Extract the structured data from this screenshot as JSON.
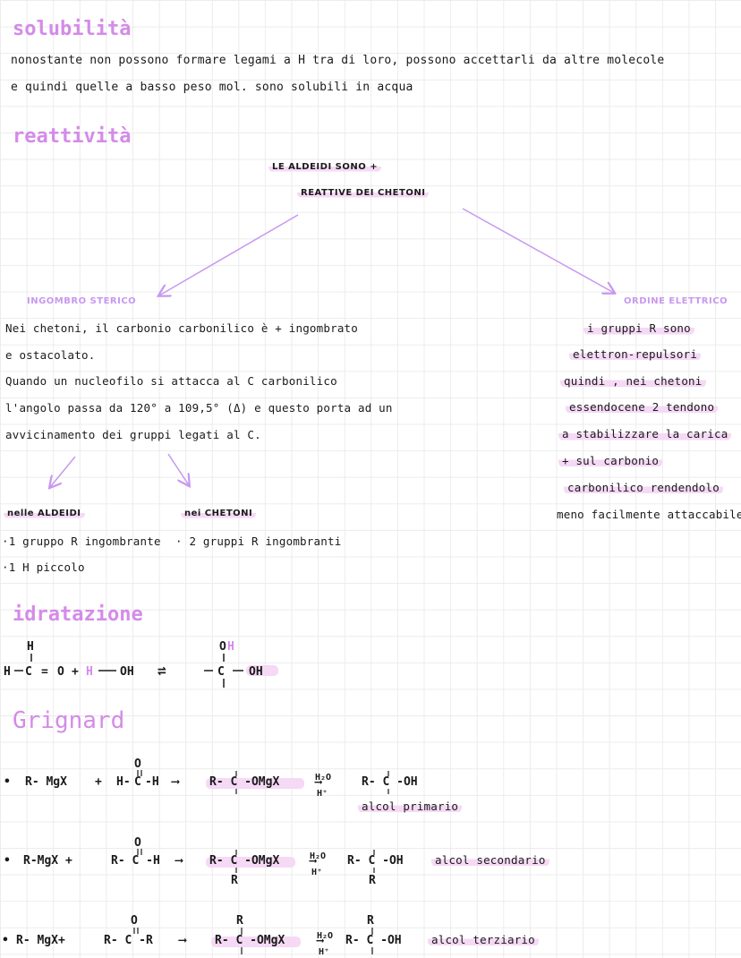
{
  "solubilita": {
    "title": "solubilità",
    "line1": "nonostante  non possono formare  legami a H  tra di loro, possono accettarli da altre molecole",
    "line2": "e quindi quelle a  basso  peso mol.  sono  solubili  in acqua"
  },
  "reattivita": {
    "title": "reattività",
    "central1": "LE ALDEIDI SONO +",
    "central2": "REATTIVE DEI CHETONI",
    "left_heading": "INGOMBRO STERICO",
    "left_lines": [
      "Nei chetoni, il carbonio  carbonilico  è + ingombrato",
      "e ostacolato.",
      "Quando un nucleofilo si attacca al C carbonilico",
      "l'angolo passa da 120° a 109,5° (Δ) e questo porta ad un",
      "avvicinamento dei gruppi legati al C."
    ],
    "aldeidi_label": "nelle ALDEIDI",
    "aldeidi_items": [
      "·1 gruppo R ingombrante",
      "·1 H  piccolo"
    ],
    "chetoni_label": "nei CHETONI",
    "chetoni_items": [
      "· 2 gruppi R  ingombranti"
    ],
    "right_heading": "ORDINE ELETTRICO",
    "right_lines": [
      "i gruppi R sono",
      "elettron-repulsori",
      "quindi , nei chetoni",
      "essendocene 2 tendono",
      "a stabilizzare  la carica",
      "+ sul  carbonio",
      "carbonilico  rendendolo",
      "meno facilmente attaccabile"
    ]
  },
  "idratazione": {
    "title": "idratazione"
  },
  "grignard": {
    "title": "Grignard",
    "reagent": "R-MgX",
    "h2o": "H₂O",
    "hplus": "H⁺",
    "product1": "alcol primario",
    "product2": "alcol secondario",
    "product3": "alcol terziario"
  },
  "colors": {
    "accent": "#d48be8",
    "highlight": "#f5d9f5",
    "grid": "#ececec"
  }
}
